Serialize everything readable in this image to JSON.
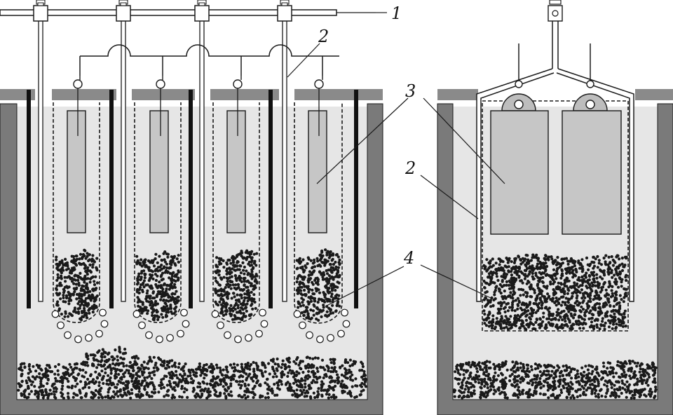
{
  "labels": {
    "label_1": "1",
    "label_2_left": "2",
    "label_2_right": "2",
    "label_3": "3",
    "label_4": "4"
  },
  "colors": {
    "tank_wall": "#7a7a7a",
    "electrolyte": "#e6e6e6",
    "cover": "#8a8a8a",
    "anode_plate": "#c6c6c6",
    "stroke": "#1a1a1a",
    "particle": "#1a1a1a"
  }
}
